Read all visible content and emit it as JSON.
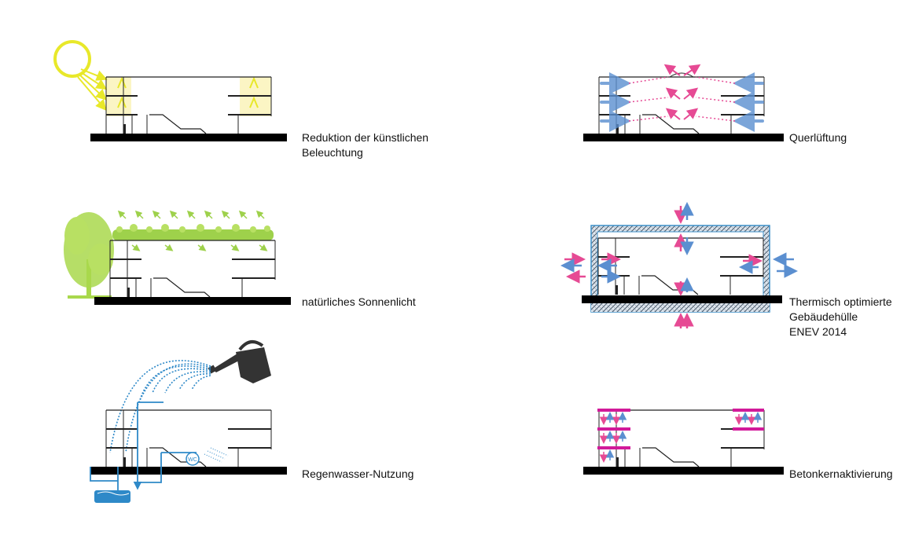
{
  "panels": {
    "light": {
      "label_lines": [
        "Reduktion der künstlichen",
        "Beleuchtung"
      ]
    },
    "ventilation": {
      "label_lines": [
        "Querlüftung"
      ]
    },
    "green": {
      "label_lines": [
        "natürliches Sonnenlicht"
      ]
    },
    "envelope": {
      "label_lines": [
        "Thermisch optimierte",
        "Gebäudehülle",
        "ENEV 2014"
      ]
    },
    "rain": {
      "label_lines": [
        "Regenwasser-Nutzung"
      ],
      "wc_text": "WC"
    },
    "concrete": {
      "label_lines": [
        "Betonkernaktivierung"
      ]
    }
  },
  "colors": {
    "sun": "#e8e82a",
    "sun_glow": "#fbf5c4",
    "ground": "#000000",
    "line": "#222222",
    "cool_air": "#5b8fd0",
    "warm_air": "#e64a94",
    "greenery": "#9ed14b",
    "tree": "#a9d84c",
    "water": "#2e89c8",
    "concrete": "#d21a9a",
    "can": "#333333"
  },
  "icons": {
    "sun": "sun-icon",
    "tree": "tree-icon",
    "watering_can": "watering-can-icon",
    "tank": "water-tank-icon",
    "wc": "wc-icon"
  }
}
